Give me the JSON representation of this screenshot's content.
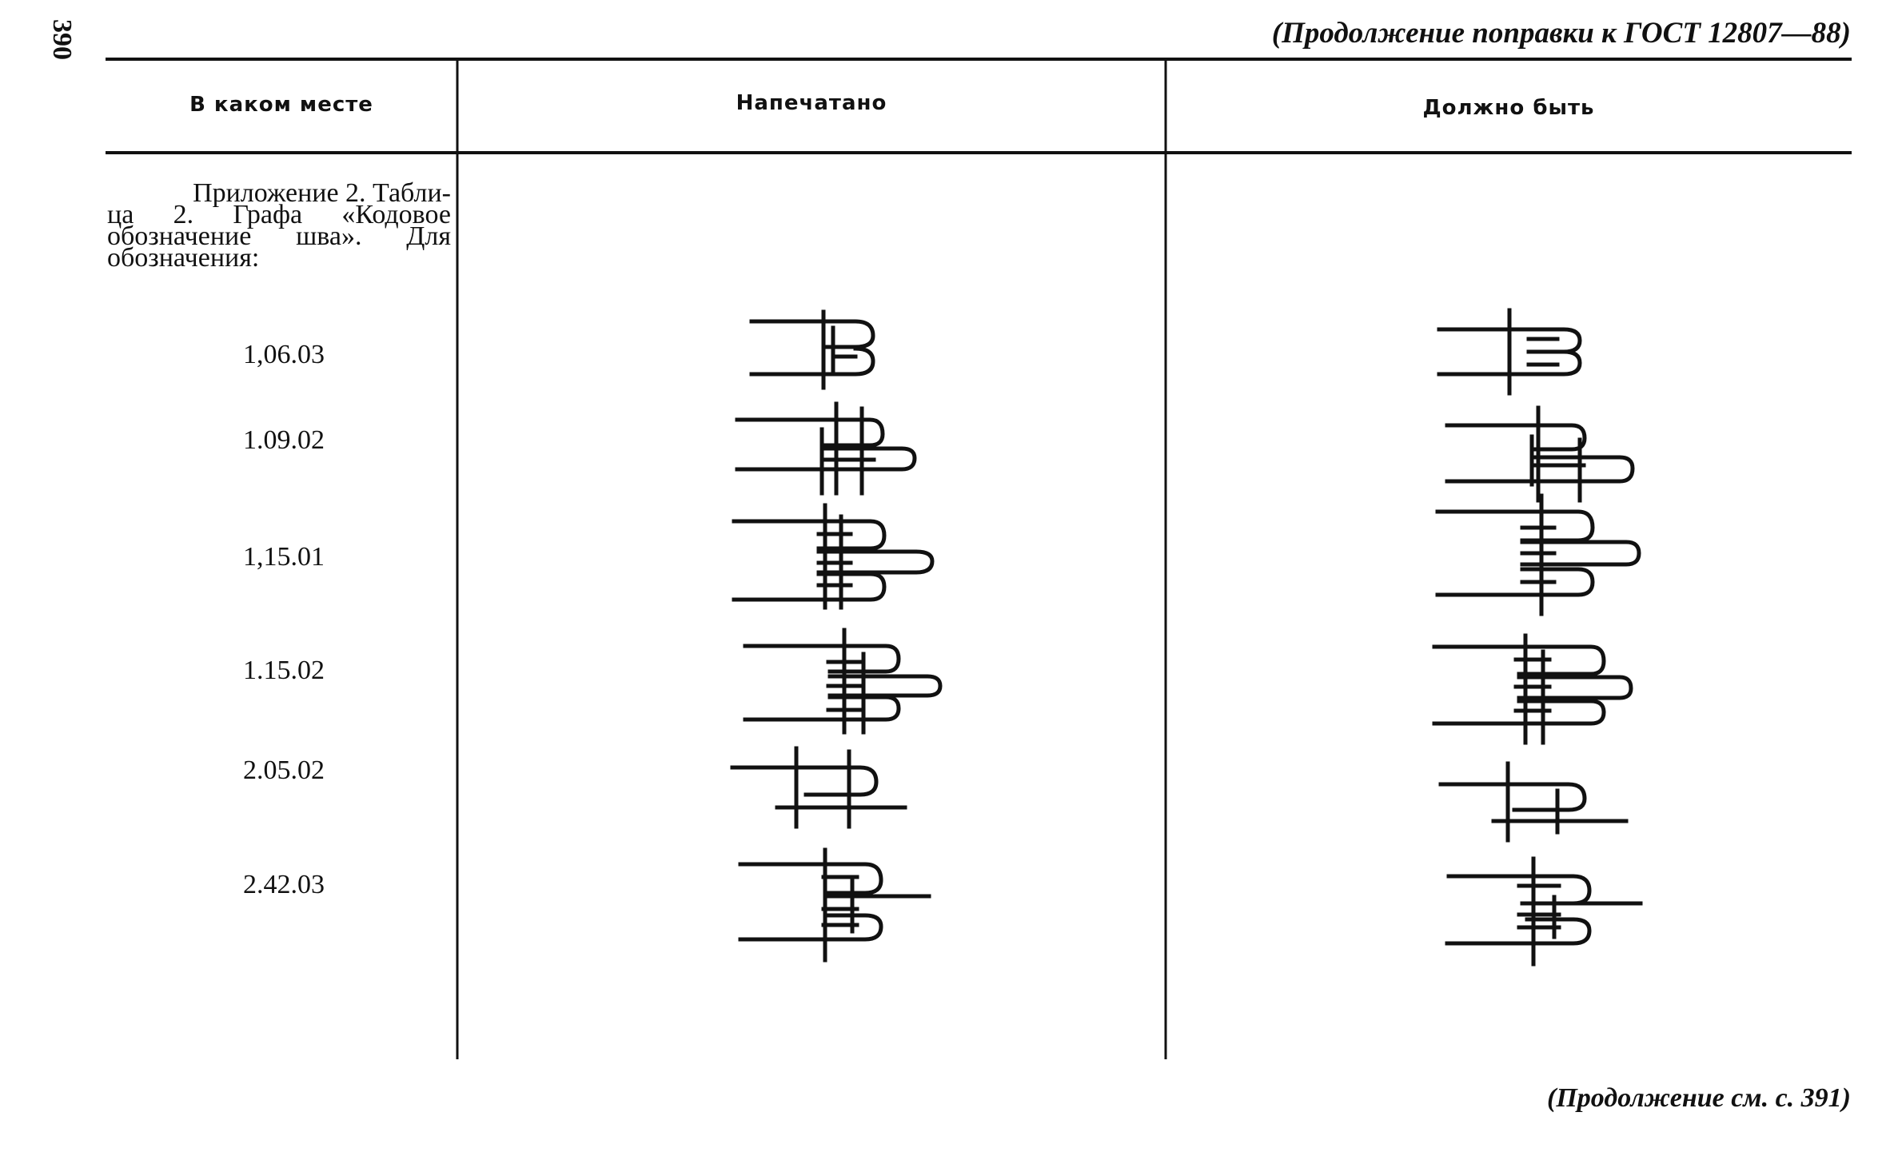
{
  "page": {
    "page_number": "390",
    "header_note": "(Продолжение поправки к ГОСТ 12807—88)",
    "footer_note": "(Продолжение см. с. 391)"
  },
  "table": {
    "columns": [
      "В каком месте",
      "Напечатано",
      "Должно быть"
    ],
    "intro_lines": [
      "Приложение 2. Табли-",
      "ца 2. Графа «Кодовое",
      "обозначение шва». Для",
      "обозначения:"
    ],
    "rows": [
      {
        "code": "1,06.03",
        "printed_symbol": "weld-seam-symbol-1.06.03-printed",
        "correct_symbol": "weld-seam-symbol-1.06.03-correct"
      },
      {
        "code": "1.09.02",
        "printed_symbol": "weld-seam-symbol-1.09.02-printed",
        "correct_symbol": "weld-seam-symbol-1.09.02-correct"
      },
      {
        "code": "1,15.01",
        "printed_symbol": "weld-seam-symbol-1.15.01-printed",
        "correct_symbol": "weld-seam-symbol-1.15.01-correct"
      },
      {
        "code": "1.15.02",
        "printed_symbol": "weld-seam-symbol-1.15.02-printed",
        "correct_symbol": "weld-seam-symbol-1.15.02-correct"
      },
      {
        "code": "2.05.02",
        "printed_symbol": "weld-seam-symbol-2.05.02-printed",
        "correct_symbol": "weld-seam-symbol-2.05.02-correct"
      },
      {
        "code": "2.42.03",
        "printed_symbol": "weld-seam-symbol-2.42.03-printed",
        "correct_symbol": "weld-seam-symbol-2.42.03-correct"
      }
    ]
  }
}
